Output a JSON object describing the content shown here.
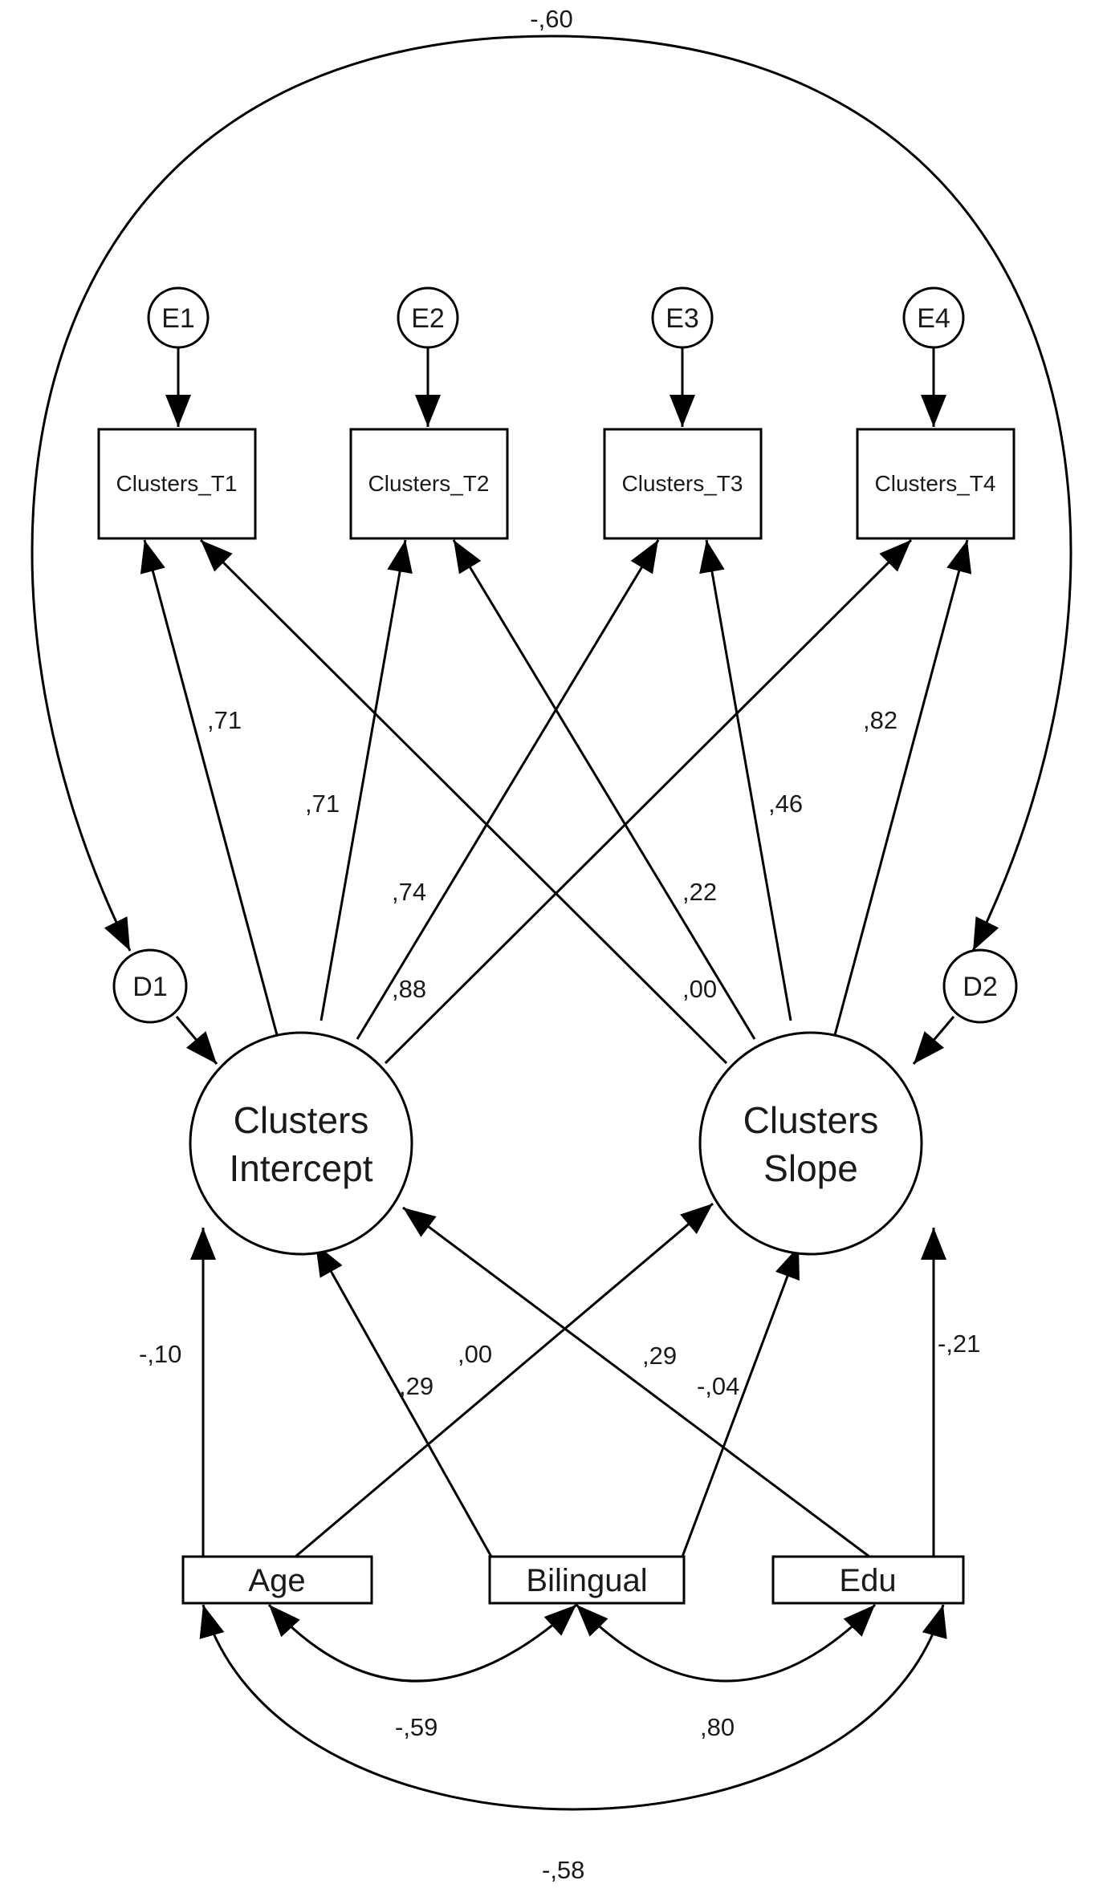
{
  "errors": [
    {
      "id": "e1",
      "label": "E1"
    },
    {
      "id": "e2",
      "label": "E2"
    },
    {
      "id": "e3",
      "label": "E3"
    },
    {
      "id": "e4",
      "label": "E4"
    }
  ],
  "disturbances": [
    {
      "id": "d1",
      "label": "D1"
    },
    {
      "id": "d2",
      "label": "D2"
    }
  ],
  "indicators": [
    {
      "id": "t1",
      "label": "Clusters_T1"
    },
    {
      "id": "t2",
      "label": "Clusters_T2"
    },
    {
      "id": "t3",
      "label": "Clusters_T3"
    },
    {
      "id": "t4",
      "label": "Clusters_T4"
    }
  ],
  "latents": {
    "intercept": {
      "line1": "Clusters",
      "line2": "Intercept"
    },
    "slope": {
      "line1": "Clusters",
      "line2": "Slope"
    }
  },
  "predictors": [
    {
      "id": "age",
      "label": "Age"
    },
    {
      "id": "bilingual",
      "label": "Bilingual"
    },
    {
      "id": "edu",
      "label": "Edu"
    }
  ],
  "coefficients": {
    "disturbance_cov": "-,60",
    "intercept_t1": ",71",
    "intercept_t2": ",71",
    "intercept_t3": ",74",
    "intercept_t4": ",88",
    "slope_t1": ",00",
    "slope_t2": ",22",
    "slope_t3": ",46",
    "slope_t4": ",82",
    "age_intercept": "-,10",
    "age_slope": ",00",
    "bilingual_intercept": ",29",
    "bilingual_slope": "-,04",
    "edu_intercept": ",29",
    "edu_slope": "-,21",
    "age_bilingual": "-,59",
    "bilingual_edu": ",80",
    "age_edu": "-,58"
  }
}
